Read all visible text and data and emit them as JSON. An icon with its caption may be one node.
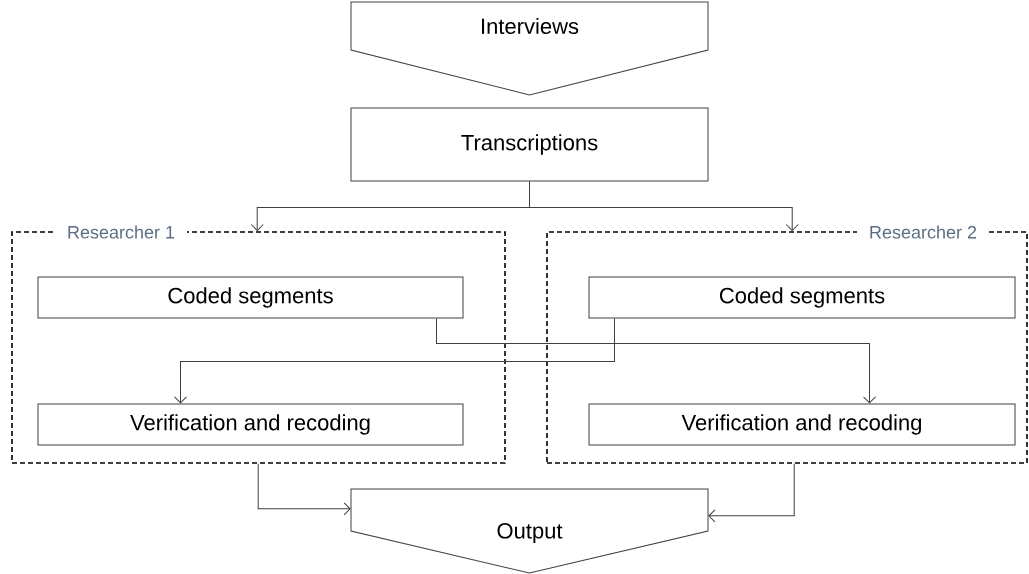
{
  "diagram": {
    "nodes": [
      {
        "text": [
          "Interviews"
        ]
      },
      {
        "text": [
          "Transcriptions"
        ]
      },
      {
        "text": [
          "Researcher 1"
        ]
      },
      {
        "text": [
          "Coded segments"
        ],
        "in": 2
      },
      {
        "text": [
          "Verification and recoding"
        ],
        "in": 2
      },
      {
        "text": [
          "Researcher 2"
        ]
      },
      {
        "text": [
          "Coded segments"
        ],
        "in": 5
      },
      {
        "text": [
          "Verification and recoding"
        ],
        "in": 5
      },
      {
        "text": [
          "Output"
        ]
      }
    ],
    "edges": [
      {
        "from": 1,
        "to": 2,
        "arrow": "to"
      },
      {
        "from": 1,
        "to": 5,
        "arrow": "to"
      },
      {
        "from": 3,
        "to": 7,
        "arrow": "to"
      },
      {
        "from": 6,
        "to": 4,
        "arrow": "to"
      },
      {
        "from": 2,
        "to": 8,
        "arrow": "to"
      },
      {
        "from": 5,
        "to": 8,
        "arrow": "to"
      }
    ]
  }
}
